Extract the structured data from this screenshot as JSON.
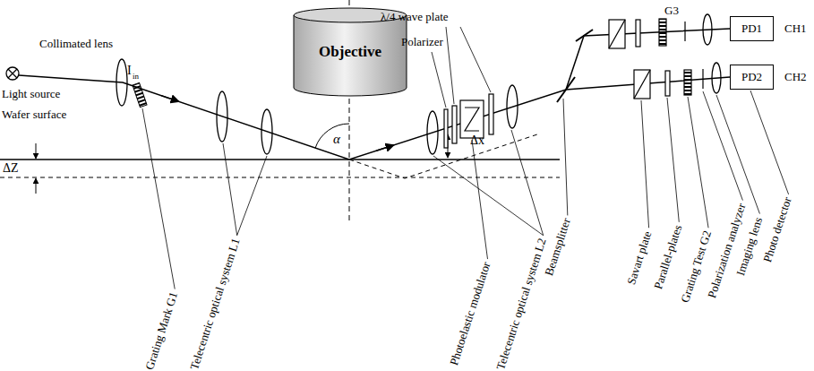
{
  "diagram": {
    "nodes": [
      {
        "text": [
          "Objective"
        ]
      },
      {
        "text": [
          "PD1"
        ]
      },
      {
        "text": [
          "PD2"
        ]
      }
    ],
    "labels": [
      "Light source",
      "Collimated lens",
      "I",
      "in",
      "Wafer surface",
      "ΔZ",
      "α",
      "Δx",
      "λ/4 wave plate",
      "Polarizer",
      "G3",
      "CH1",
      "CH2",
      "Grating Mark G1",
      "Telecentric optical system L1",
      "Photoelastic modulator",
      "Telecentric optical system L2",
      "Beamsplitter",
      "Savart plate",
      "Parallel-plates",
      "Grating Test G2",
      "Polarization analyzer",
      "Imaging lens",
      "Photo detector"
    ]
  }
}
